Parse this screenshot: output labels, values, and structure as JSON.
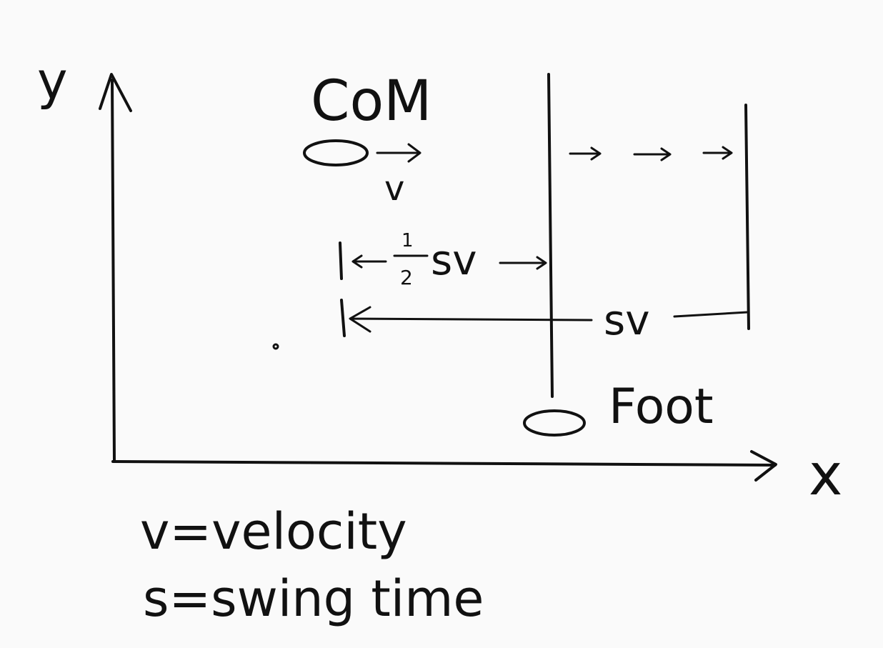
{
  "axes": {
    "x_label": "x",
    "y_label": "y"
  },
  "com": {
    "label": "CoM",
    "velocity_symbol": "v"
  },
  "dimensions": {
    "half_step_num": "1",
    "half_step_den": "2",
    "half_step_var": "sv",
    "full_step": "sv"
  },
  "foot": {
    "label": "Foot"
  },
  "legend": {
    "line1": "v=velocity",
    "line2": "s=swing time"
  },
  "colors": {
    "ink": "#111111",
    "background": "#fafafa"
  }
}
